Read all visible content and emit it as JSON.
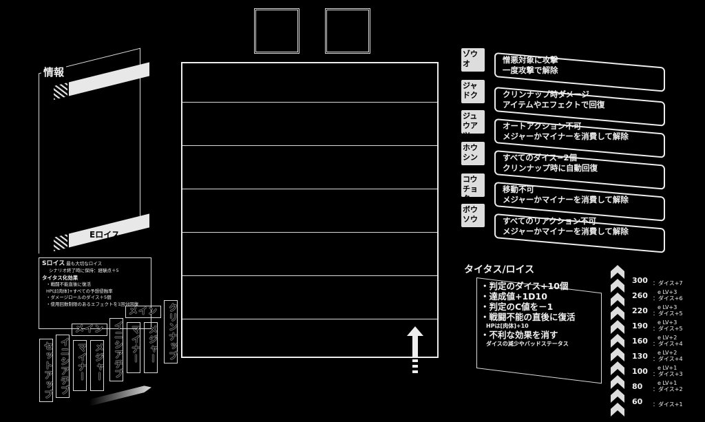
{
  "left_panel": {
    "title": "情報",
    "e_lois": "Eロイス",
    "s_lois": {
      "label": "Sロイス",
      "desc1": "最も大切なロイス",
      "desc2": "シナリオ終了時に保持：経験点＋5"
    },
    "titus_effects_title": "タイタス化効果",
    "titus_effects": [
      "・戦闘不能直後に復活",
      "HPは[肉体]+すべての予想侵蝕率",
      "・ダメージロールのダイス＋5個",
      "・使用回数制限のあるエフェクトを1回分回復"
    ],
    "phases": [
      {
        "label": "セットアップ"
      },
      {
        "label": "イニシアチブ"
      },
      {
        "group": "メイン",
        "items": [
          "マイナー",
          "メジャー"
        ]
      },
      {
        "label": "イニシアチブ"
      },
      {
        "group": "メイン",
        "items": [
          "マイナー",
          "メジャー"
        ]
      },
      {
        "label": "クリンナップ"
      }
    ]
  },
  "center": {
    "rows": 7,
    "cards": 2
  },
  "bad_status": [
    {
      "badge": "ゾウオ",
      "line1": "憎悪対象に攻撃",
      "line2": "一度攻撃で解除"
    },
    {
      "badge": "ジャドク",
      "line1": "クリンナップ時ダメージ",
      "line2": "アイテムやエフェクトで回復"
    },
    {
      "badge": "ジュウアツ",
      "line1": "オートアクション不可",
      "line2": "メジャーかマイナーを消費して解除"
    },
    {
      "badge": "ホウシン",
      "line1": "すべてのダイス−2個",
      "line2": "クリンナップ時に自動回復"
    },
    {
      "badge": "コウチョク",
      "line1": "移動不可",
      "line2": "メジャーかマイナーを消費して解除"
    },
    {
      "badge": "ボウソウ",
      "line1": "すべてのリアクション不可",
      "line2": "メジャーかマイナーを消費して解除"
    }
  ],
  "titus": {
    "title": "タイタス/ロイス",
    "items": [
      "・判定のダイス+10個",
      "・達成値+1D10",
      "・判定のC値を－1",
      "・戦闘不能の直後に復活",
      "HPは[肉体]+10",
      "・不利な効果を消す",
      "ダイスの減少やバッドステータス"
    ]
  },
  "erosion": [
    {
      "value": "300",
      "bonus": "：ダイス+7",
      "lv": ""
    },
    {
      "value": "260",
      "bonus": "：ダイス+6",
      "lv": "e LV+3"
    },
    {
      "value": "220",
      "bonus": "：ダイス+5",
      "lv": "e LV+3"
    },
    {
      "value": "190",
      "bonus": "：ダイス+5",
      "lv": "e LV+3"
    },
    {
      "value": "160",
      "bonus": "：ダイス+4",
      "lv": "e LV+2"
    },
    {
      "value": "130",
      "bonus": "：ダイス+4",
      "lv": "e LV+2"
    },
    {
      "value": "100",
      "bonus": "：ダイス+3",
      "lv": "e LV+1"
    },
    {
      "value": "80",
      "bonus": "：ダイス+2",
      "lv": "e LV+1"
    },
    {
      "value": "60",
      "bonus": "：ダイス+1",
      "lv": ""
    }
  ]
}
